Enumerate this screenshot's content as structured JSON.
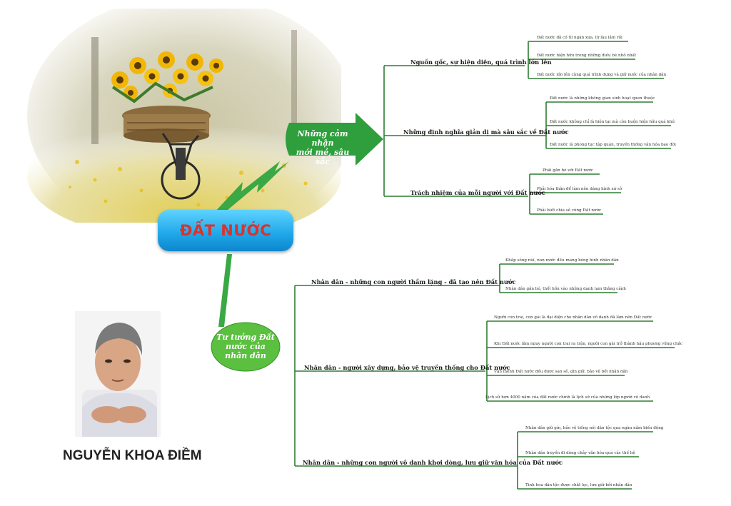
{
  "root": {
    "title": "ĐẤT NƯỚC"
  },
  "author": {
    "name": "NGUYỄN KHOA ĐIỀM"
  },
  "section1": {
    "label_line1": "Những cảm nhận",
    "label_line2": "mới mẻ, sâu sắc",
    "branches": [
      {
        "label": "Nguồn gốc, sự hiện diện, quá trình lớn lên",
        "leaves": [
          "Đất nước đã có từ ngàn xưa, từ lâu lắm rồi",
          "Đất nước hiện hữu trong những điều bé nhỏ nhất",
          "Đất nước lớn lên cùng quá trình dựng và giữ nước của nhân dân"
        ]
      },
      {
        "label": "Những định nghĩa giản dị mà sâu sắc về Đất nước",
        "leaves": [
          "Đất nước là những không gian sinh hoạt quen thuộc",
          "Đất nước không chỉ là hiện tại mà còn buộn hiện hữu quá khứ",
          "Đất nước là phong tục tập quán, truyền thống văn hóa bao đời"
        ]
      },
      {
        "label": "Trách nhiệm của mỗi người với Đất nước",
        "leaves": [
          "Phải gắn bó với Đất nước",
          "Phải hóa thân để làm nên dáng hình xứ sở",
          "Phải biết chia sẻ cùng Đất nước"
        ]
      }
    ]
  },
  "section2": {
    "label_line1": "Tư tưởng Đất",
    "label_line2": "nước của",
    "label_line3": "nhân dân",
    "branches": [
      {
        "label": "Nhân dân - những con người thầm lặng - đã tạo nên Đất nước",
        "leaves": [
          "Khắp sông núi, non nước đều mang bóng hình nhân dân",
          "Nhân dân gắn bó, thổi hồn vào những danh lam thắng cảnh"
        ]
      },
      {
        "label": "Nhân dân - người xây dựng, bảo vệ truyền thống cho Đất nước",
        "leaves": [
          "Người con trai, con gái là đại diện cho nhân dân vô danh đã làm nên Đất nước",
          "Khi Đất nước lâm nguy người con trai ra trận, người con gái trở thành hậu phương vững chắc",
          "Vận mệnh Đất nước đều được san sẻ, gìn giữ, bảo vệ bởi nhân dân",
          "Lịch sử hơn 4000 năm của đất nước chính là lịch sử của những lớp người vô danh"
        ]
      },
      {
        "label": "Nhân dân - những con người vô danh khơi dòng, lưu giữ văn hóa của Đất nước",
        "leaves": [
          "Nhân dân giữ gìn, bảo vệ tiếng nói dân tộc qua ngàn năm biến động",
          "Nhân dân truyền đi dòng chảy văn hóa qua các thế hệ",
          "Tinh hoa dân tộc được chắt lọc, lưu giữ bởi nhân dân"
        ]
      }
    ]
  },
  "colors": {
    "line": "#2e7d32",
    "section_fill": "#43b048",
    "root_text": "#d9332c",
    "root_fill": "#1ea6e8"
  },
  "images": [
    "bicycle-with-sunflowers-photo",
    "author-portrait-photo"
  ]
}
